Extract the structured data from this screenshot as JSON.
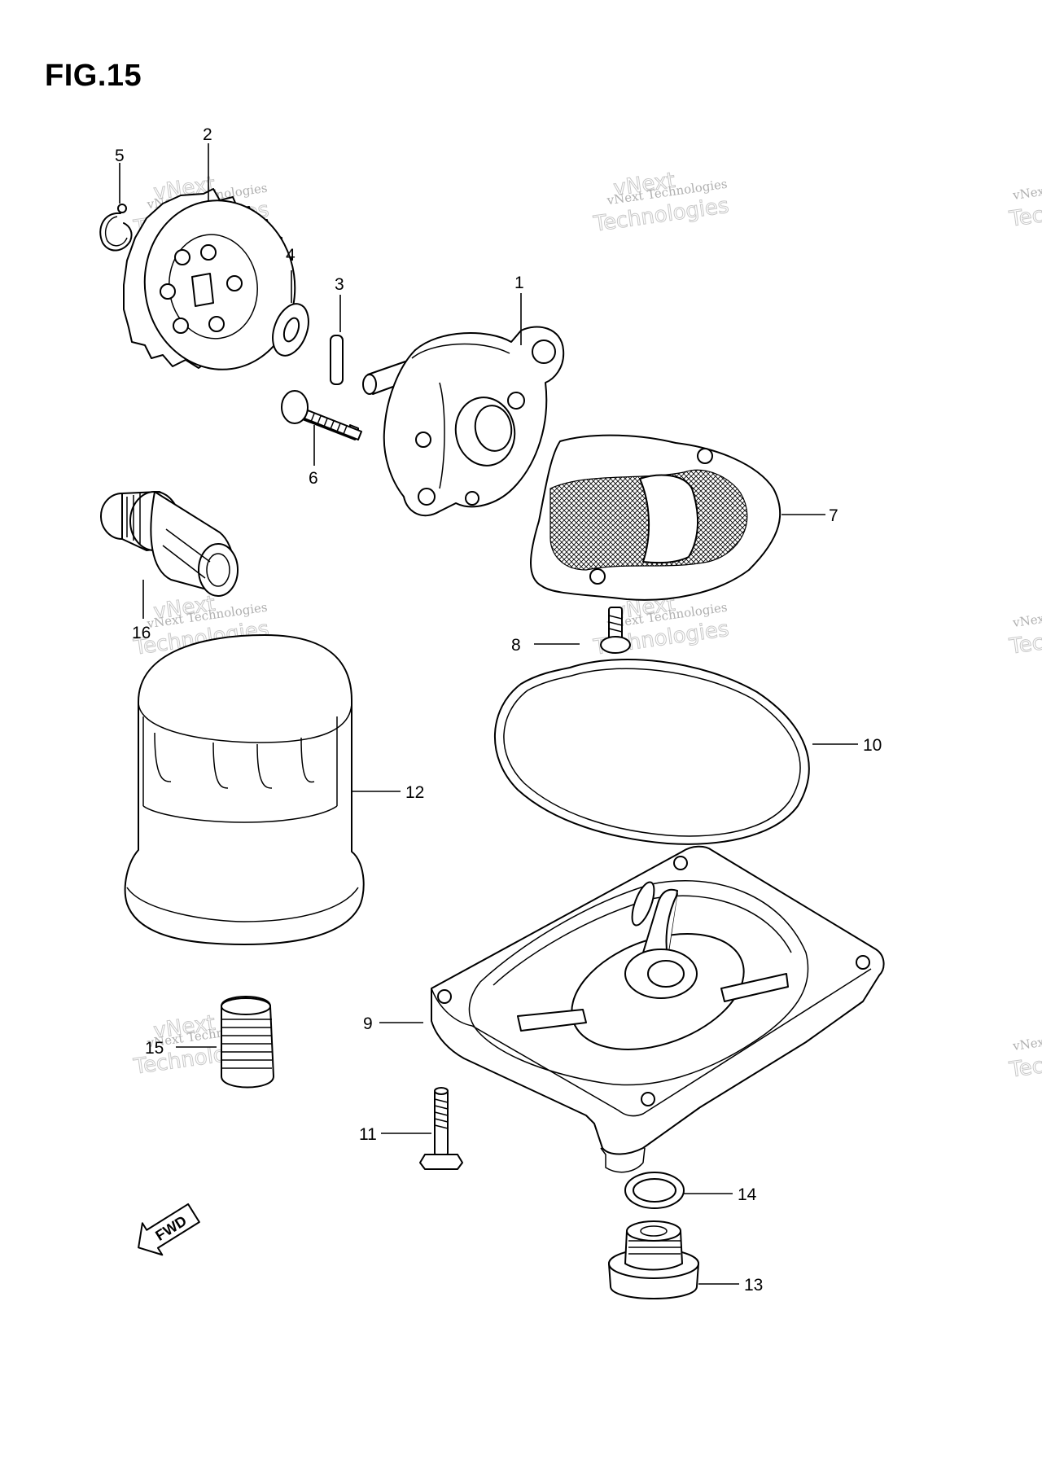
{
  "figure": {
    "title": "FIG.15"
  },
  "callouts": [
    "1",
    "2",
    "3",
    "4",
    "5",
    "6",
    "7",
    "8",
    "9",
    "10",
    "11",
    "12",
    "13",
    "14",
    "15",
    "16"
  ],
  "fwd_arrow_label": "FWD",
  "watermark": {
    "line1": "vNext Technologies",
    "line2": "vNext",
    "line3": "Technologies"
  }
}
